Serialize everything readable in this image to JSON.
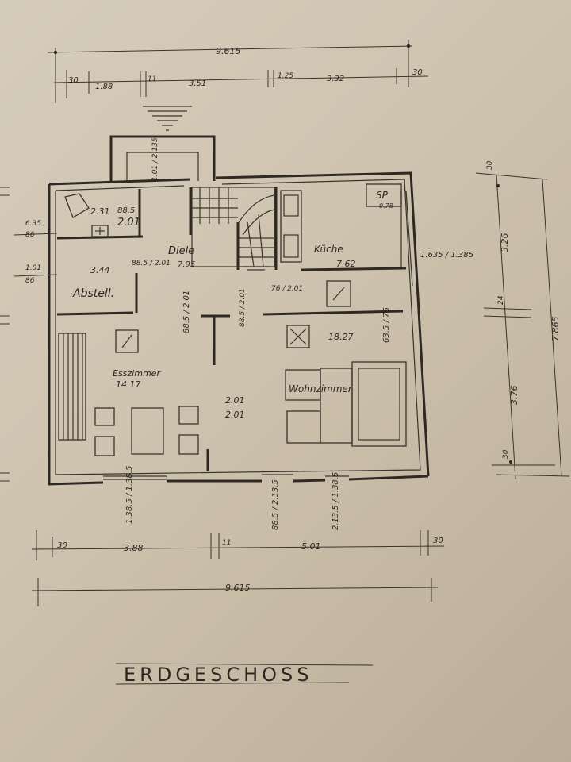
{
  "title": "ERDGESCHOSS",
  "rooms": {
    "diele": {
      "name": "Diele",
      "area": "7.95"
    },
    "kueche": {
      "name": "Küche",
      "area": "7.62"
    },
    "abstell": {
      "name": "Abstell.",
      "area": "3.44"
    },
    "esszimmer": {
      "name": "Esszimmer",
      "area": "14.17"
    },
    "wohnzimmer": {
      "name": "Wohnzimmer",
      "area": "18.27"
    },
    "wc": {
      "area": "2.31"
    },
    "sp": {
      "name": "SP",
      "value": "0.78"
    }
  },
  "dimensions": {
    "top_total": "9.615",
    "top_segments": [
      "30",
      "1.88",
      "11",
      "3.51",
      "1.25",
      "3.32",
      "30"
    ],
    "bottom_total": "9.615",
    "bottom_segments": [
      "30",
      "3.88",
      "11",
      "5.01",
      "30"
    ],
    "right_total": "7.865",
    "right_segments": [
      "30",
      "3.26",
      "24",
      "3.76",
      "30"
    ],
    "left_labels": [
      "6.35",
      "86",
      "1.01",
      "86"
    ],
    "interior": {
      "stair_opening": "1.01 / 2.135",
      "wc_height": "2.01",
      "wc_dim": "88.5",
      "abstell_door": "88.5 / 2.01",
      "kueche_door": "76 / 2.01",
      "kueche_window": "1.635 / 1.385",
      "diele_door": "88.5 / 2.01",
      "hall_opening": "88.5 / 2.01",
      "living_window": "63.5 / 76",
      "central": "2.01",
      "central_sub": "2.01",
      "bottom_windows": [
        "1.38.5 / 1.38.5",
        "88.5 / 2.13.5",
        "2.13.5 / 1.38.5"
      ]
    }
  }
}
